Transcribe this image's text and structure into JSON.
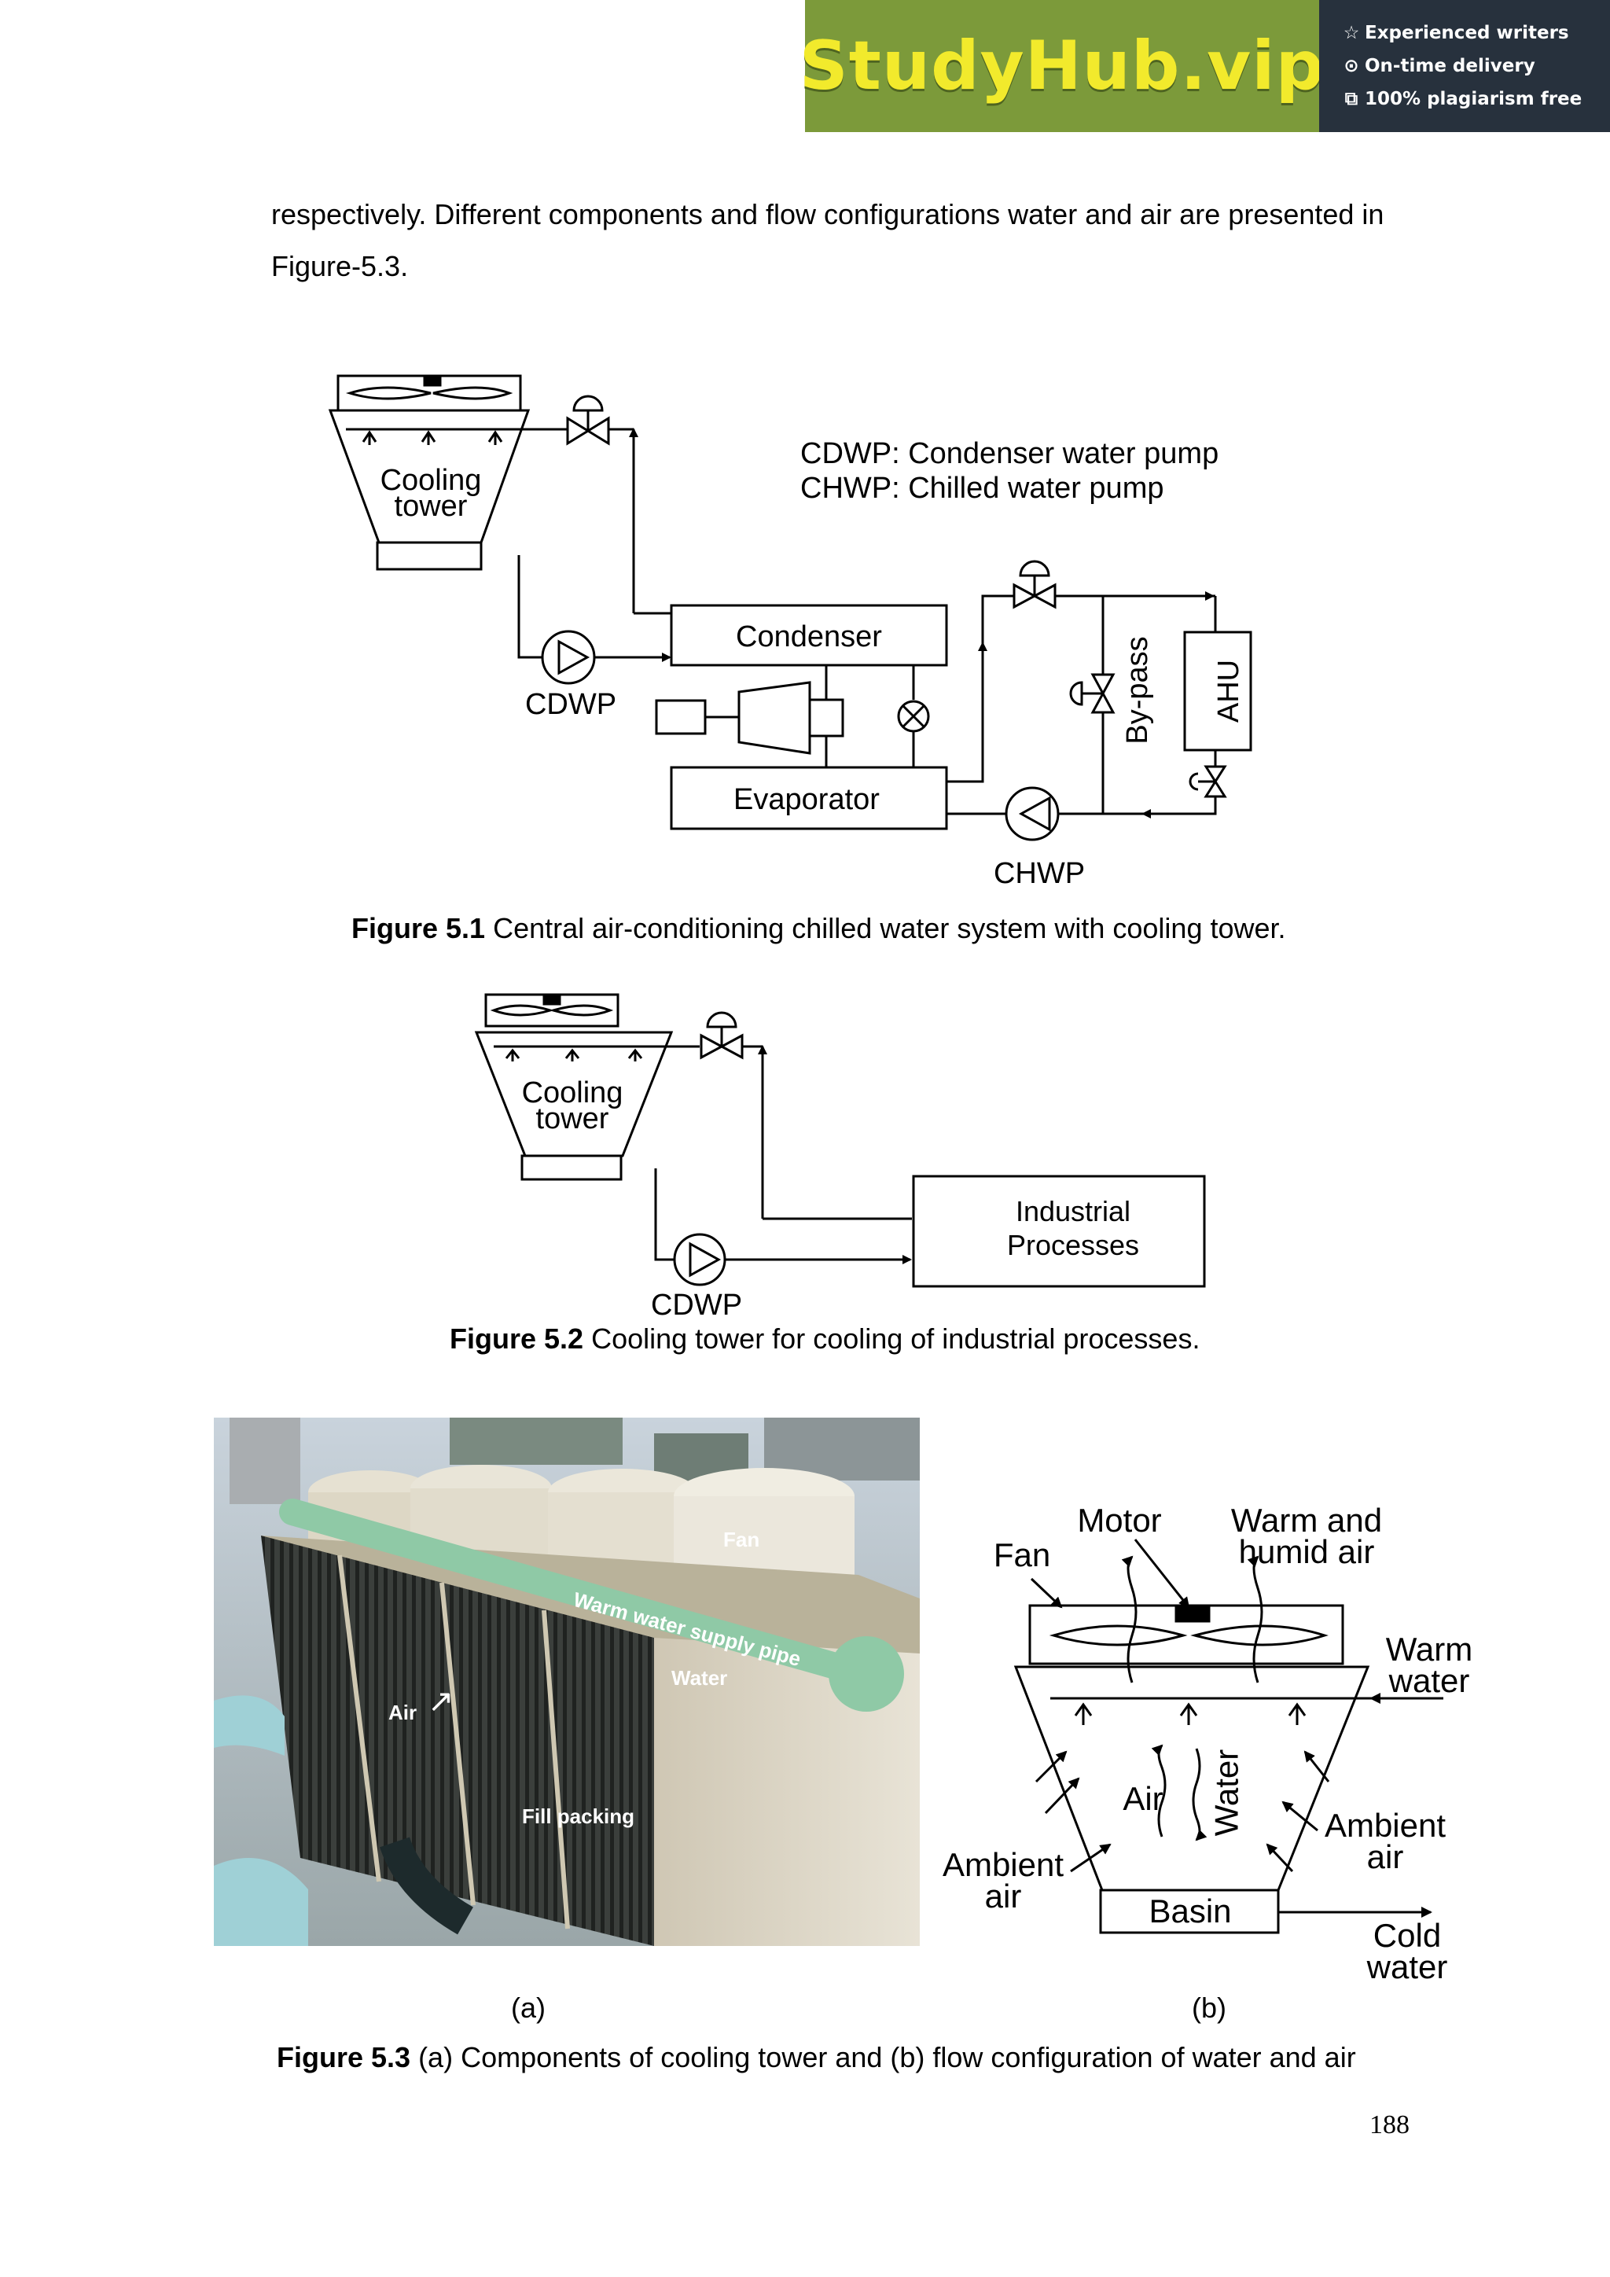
{
  "banner": {
    "brand": "StudyHub.vip",
    "features": [
      {
        "icon": "star-icon",
        "glyph": "☆",
        "label": "Experienced writers"
      },
      {
        "icon": "clock-icon",
        "glyph": "⊙",
        "label": "On-time delivery"
      },
      {
        "icon": "copy-icon",
        "glyph": "⧉",
        "label": "100% plagiarism free"
      }
    ]
  },
  "text": {
    "paragraph": "respectively. Different components and flow configurations water and air are presented in Figure-5.3."
  },
  "fig1": {
    "legend1": "CDWP: Condenser water pump",
    "legend2": "CHWP: Chilled water pump",
    "tower1": "Cooling",
    "tower2": "tower",
    "condenser": "Condenser",
    "evaporator": "Evaporator",
    "cdwp": "CDWP",
    "chwp": "CHWP",
    "bypass": "By-pass",
    "ahu": "AHU",
    "caption_num": "Figure 5.1",
    "caption_text": " Central air-conditioning chilled water system with cooling tower."
  },
  "fig2": {
    "tower1": "Cooling",
    "tower2": "tower",
    "proc1": "Industrial",
    "proc2": "Processes",
    "cdwp": "CDWP",
    "caption_num": "Figure 5.2",
    "caption_text": " Cooling tower for cooling of industrial processes."
  },
  "fig3": {
    "photo_labels": {
      "fan": "Fan",
      "pipe": "Warm water supply pipe",
      "water": "Water",
      "air": "Air",
      "fill": "Fill packing"
    },
    "motor": "Motor",
    "fan": "Fan",
    "warm_humid1": "Warm and",
    "warm_humid2": "humid air",
    "warm_water1": "Warm",
    "warm_water2": "water",
    "air": "Air",
    "water": "Water",
    "ambient_left1": "Ambient",
    "ambient_left2": "air",
    "ambient_right1": "Ambient",
    "ambient_right2": "air",
    "basin": "Basin",
    "cold1": "Cold",
    "cold2": "water",
    "sub_a": "(a)",
    "sub_b": "(b)",
    "caption_num": "Figure 5.3",
    "caption_text": " (a) Components of cooling tower and (b) flow configuration of water and air"
  },
  "page_number": "188",
  "colors": {
    "banner_green": "#7c9a3a",
    "banner_dark": "#27313d",
    "brand_yellow": "#f2ea2c",
    "pipe_green": "#8fc9a6"
  }
}
